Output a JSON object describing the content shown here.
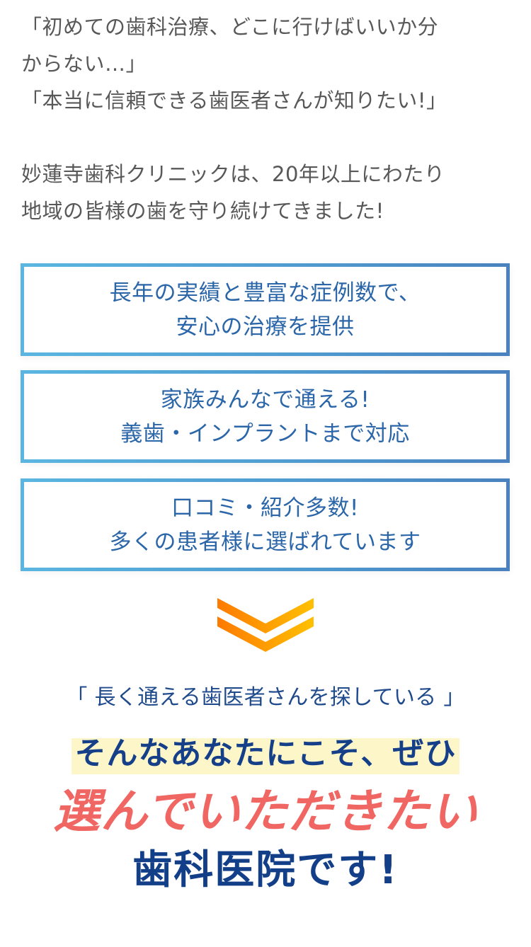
{
  "intro": {
    "lines": [
      "「初めての歯科治療、どこに行けばいいか分",
      "からない…」",
      "「本当に信頼できる歯医者さんが知りたい!」",
      "",
      "妙蓮寺歯科クリニックは、20年以上にわたり",
      "地域の皆様の歯を守り続けてきました!"
    ]
  },
  "features": [
    {
      "line1": "長年の実績と豊富な症例数で、",
      "line2": "安心の治療を提供"
    },
    {
      "line1": "家族みんなで通える!",
      "line2": "義歯・インプラントまで対応"
    },
    {
      "line1": "口コミ・紹介多数!",
      "line2": "多くの患者様に選ばれています"
    }
  ],
  "chevron": {
    "icon": "double-chevron-down-icon",
    "color_start": "#ff7a00",
    "color_end": "#ffc000"
  },
  "closing": {
    "quote_open": "「",
    "quote_text": " 長く通える歯医者さんを探している ",
    "quote_close": "」",
    "highlight_text": "そんなあなたにこそ、ぜひ",
    "red_text": "選んでいただきたい",
    "blue_text": "歯科医院です!"
  },
  "colors": {
    "body_text": "#585858",
    "feature_text": "#2b66a8",
    "border_start": "#5ab6e0",
    "border_end": "#4a82bf",
    "highlight_bg": "#fdf6c8",
    "navy": "#153f88",
    "accent_red": "#f06662"
  }
}
